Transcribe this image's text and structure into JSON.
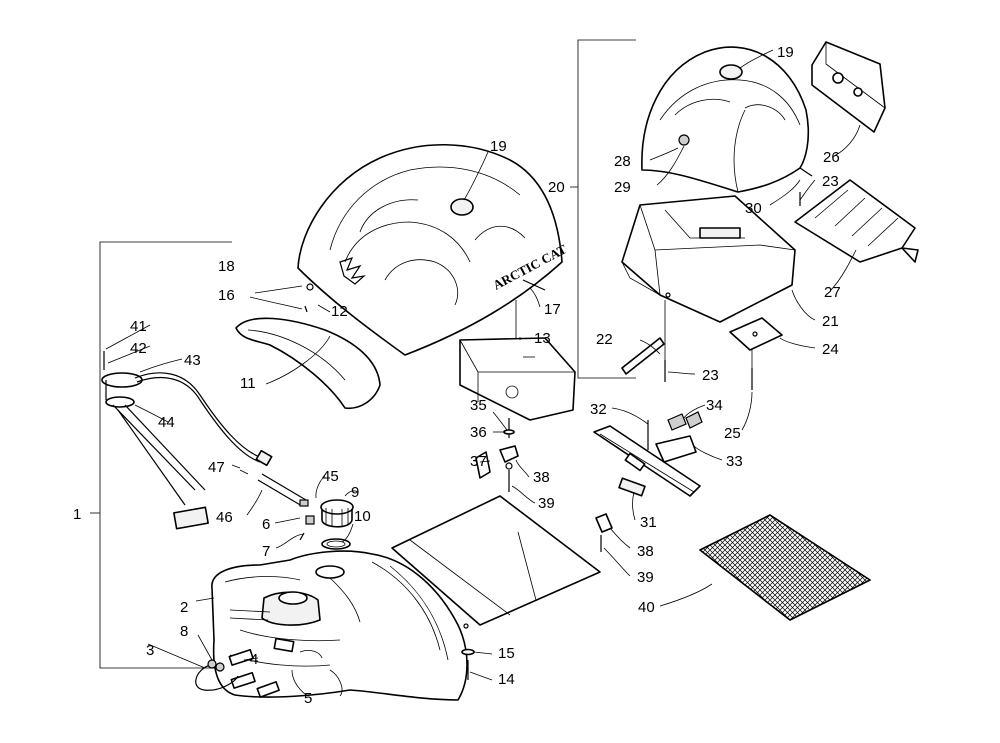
{
  "diagram": {
    "brand_text": "ARCTIC CAT",
    "callouts": [
      {
        "id": "c1",
        "label": "1"
      },
      {
        "id": "c2",
        "label": "2"
      },
      {
        "id": "c3",
        "label": "3"
      },
      {
        "id": "c4",
        "label": "4"
      },
      {
        "id": "c5",
        "label": "5"
      },
      {
        "id": "c6",
        "label": "6"
      },
      {
        "id": "c7",
        "label": "7"
      },
      {
        "id": "c8",
        "label": "8"
      },
      {
        "id": "c9",
        "label": "9"
      },
      {
        "id": "c10",
        "label": "10"
      },
      {
        "id": "c11",
        "label": "11"
      },
      {
        "id": "c12",
        "label": "12"
      },
      {
        "id": "c13",
        "label": "13"
      },
      {
        "id": "c14",
        "label": "14"
      },
      {
        "id": "c15",
        "label": "15"
      },
      {
        "id": "c16",
        "label": "16"
      },
      {
        "id": "c17",
        "label": "17"
      },
      {
        "id": "c18",
        "label": "18"
      },
      {
        "id": "c19a",
        "label": "19"
      },
      {
        "id": "c19b",
        "label": "19"
      },
      {
        "id": "c20",
        "label": "20"
      },
      {
        "id": "c21",
        "label": "21"
      },
      {
        "id": "c22",
        "label": "22"
      },
      {
        "id": "c23a",
        "label": "23"
      },
      {
        "id": "c23b",
        "label": "23"
      },
      {
        "id": "c24",
        "label": "24"
      },
      {
        "id": "c25",
        "label": "25"
      },
      {
        "id": "c26",
        "label": "26"
      },
      {
        "id": "c27",
        "label": "27"
      },
      {
        "id": "c28",
        "label": "28"
      },
      {
        "id": "c29",
        "label": "29"
      },
      {
        "id": "c30",
        "label": "30"
      },
      {
        "id": "c31",
        "label": "31"
      },
      {
        "id": "c32",
        "label": "32"
      },
      {
        "id": "c33",
        "label": "33"
      },
      {
        "id": "c34",
        "label": "34"
      },
      {
        "id": "c35",
        "label": "35"
      },
      {
        "id": "c36",
        "label": "36"
      },
      {
        "id": "c37",
        "label": "37"
      },
      {
        "id": "c38a",
        "label": "38"
      },
      {
        "id": "c38b",
        "label": "38"
      },
      {
        "id": "c39a",
        "label": "39"
      },
      {
        "id": "c39b",
        "label": "39"
      },
      {
        "id": "c40",
        "label": "40"
      },
      {
        "id": "c41",
        "label": "41"
      },
      {
        "id": "c42",
        "label": "42"
      },
      {
        "id": "c43",
        "label": "43"
      },
      {
        "id": "c44",
        "label": "44"
      },
      {
        "id": "c45",
        "label": "45"
      },
      {
        "id": "c46",
        "label": "46"
      },
      {
        "id": "c47",
        "label": "47"
      }
    ]
  }
}
